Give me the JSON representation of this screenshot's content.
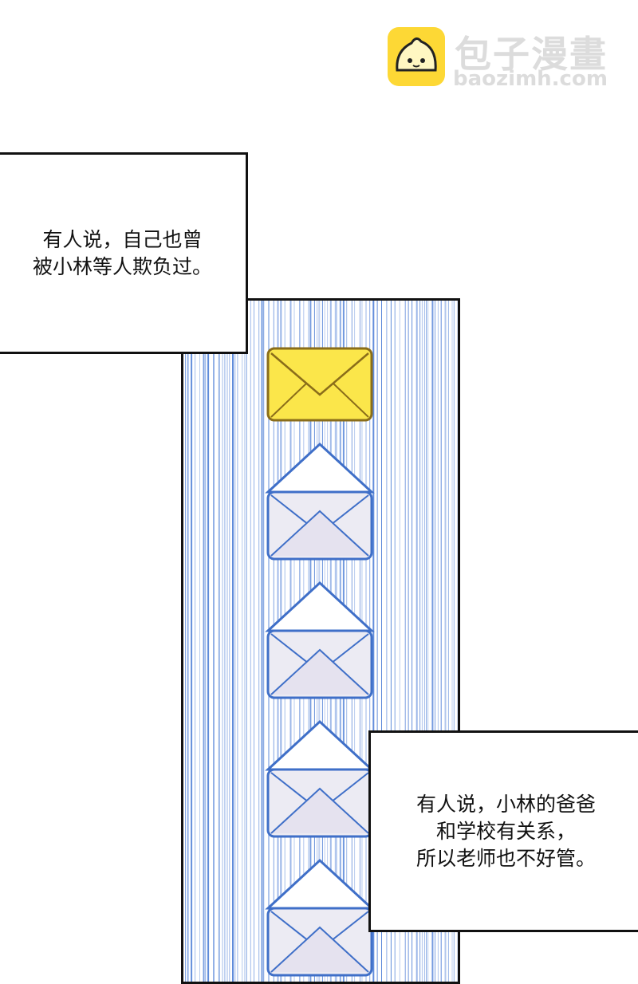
{
  "watermark": {
    "title": "包子漫畫",
    "url": "baozimh.com",
    "icon": "baozi-logo-icon"
  },
  "captions": [
    {
      "lines": [
        "有人说，自己也曾",
        "被小林等人欺负过。"
      ]
    },
    {
      "lines": [
        "有人说，小林的爸爸",
        "和学校有关系，",
        "所以老师也不好管。"
      ]
    }
  ],
  "panel": {
    "icons": [
      "envelope-yellow-icon",
      "envelope-open-icon",
      "envelope-open-icon",
      "envelope-open-icon",
      "envelope-open-icon"
    ],
    "colors": {
      "stripe": "#4f7fd6",
      "envelope_yellow": "#fbe64a",
      "envelope_open": "#ecebf3",
      "outline": "#3f6fc8"
    }
  }
}
